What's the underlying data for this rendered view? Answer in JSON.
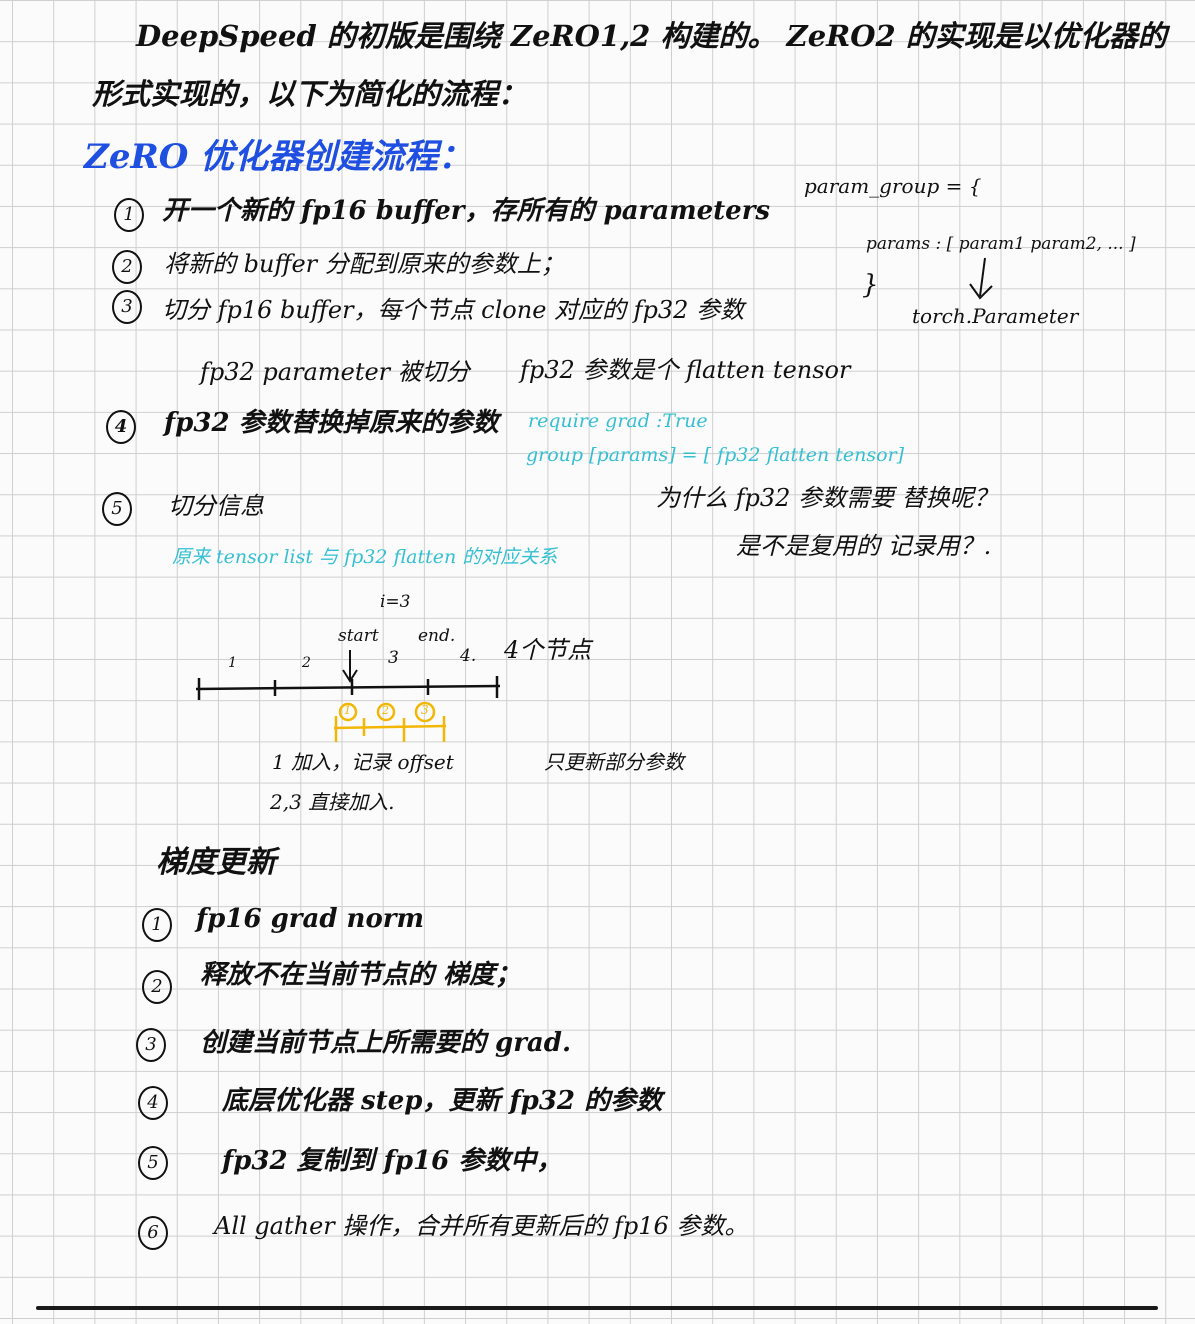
{
  "intro": {
    "line1": "DeepSpeed 的初版是围绕 ZeRO1,2 构建的。 ZeRO2 的实现是以优化器的",
    "line2": "形式实现的，以下为简化的流程："
  },
  "section1": {
    "title": "ZeRO 优化器创建流程：",
    "steps": [
      {
        "num": "1",
        "text": "开一个新的 fp16 buffer，存所有的 parameters"
      },
      {
        "num": "2",
        "text": "将新的 buffer 分配到原来的参数上；"
      },
      {
        "num": "3",
        "text": "切分 fp16 buffer，每个节点 clone 对应的 fp32 参数"
      },
      {
        "num": "4",
        "text": "fp32 参数替换掉原来的参数"
      },
      {
        "num": "5",
        "text": "切分信息"
      }
    ],
    "sub3a": "fp32  parameter  被切分",
    "sub3b": "fp32 参数是个 flatten tensor",
    "teal4a": "require grad :True",
    "teal4b": "group [params] = [ fp32 flatten tensor]",
    "q1": "为什么 fp32 参数需要 替换呢？",
    "q2": "是不是复用的 记录用？.",
    "teal5": "原来 tensor list  与  fp32 flatten 的对应关系"
  },
  "param_note": {
    "line1": "param_group = {",
    "line2": "params : [ param1  param2, ... ]",
    "line3": "}",
    "line4": "torch.Parameter"
  },
  "diagram": {
    "i_label": "i=3",
    "start": "start",
    "end": "end.",
    "n1": "1",
    "n2": "2",
    "n3": "3",
    "n4": "4.",
    "nodes": "4个节点",
    "y1": "1",
    "y2": "2",
    "y3": "3",
    "note1": "1 加入，记录 offset",
    "note2": "2,3 直接加入.",
    "note3": "只更新部分参数"
  },
  "section2": {
    "title": "梯度更新",
    "steps": [
      {
        "num": "1",
        "text": "fp16         grad   norm"
      },
      {
        "num": "2",
        "text": "释放不在当前节点的 梯度；"
      },
      {
        "num": "3",
        "text": "创建当前节点上所需要的 grad."
      },
      {
        "num": "4",
        "text": "底层优化器 step，更新 fp32 的参数"
      },
      {
        "num": "5",
        "text": "fp32 复制到 fp16 参数中，"
      },
      {
        "num": "6",
        "text": "All gather 操作，合并所有更新后的 fp16 参数。"
      }
    ]
  },
  "colors": {
    "ink": "#111111",
    "blue": "#1f4fe0",
    "teal": "#34c0d2",
    "yellow": "#f2b705"
  }
}
